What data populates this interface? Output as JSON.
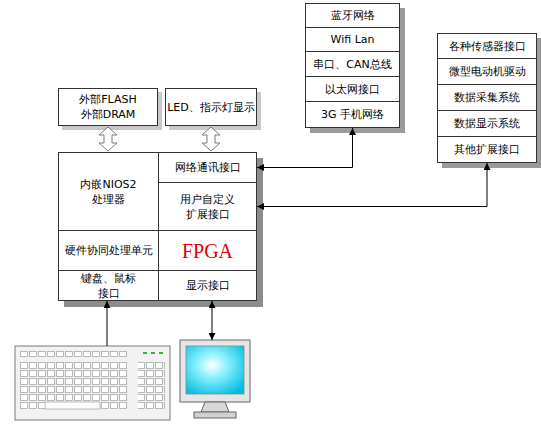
{
  "diagram": {
    "nodes": [
      {
        "text": [
          "外部FLASH 外部DRAM"
        ]
      },
      {
        "text": [
          "LED、指示灯显示"
        ]
      },
      {
        "text": [
          "蓝牙网络"
        ]
      },
      {
        "text": [
          "Wifi Lan"
        ]
      },
      {
        "text": [
          "串口、CAN总线"
        ]
      },
      {
        "text": [
          "以太网接口"
        ]
      },
      {
        "text": [
          "3G 手机网络"
        ]
      },
      {
        "text": [
          "各种传感器接口"
        ]
      },
      {
        "text": [
          "微型电动机驱动"
        ]
      },
      {
        "text": [
          "数据采集系统"
        ]
      },
      {
        "text": [
          "数据显示系统"
        ]
      },
      {
        "text": [
          "其他扩展接口"
        ]
      },
      {
        "text": [
          "内嵌NIOS2 处理器"
        ]
      },
      {
        "text": [
          "网络通讯接口"
        ]
      },
      {
        "text": [
          "用户自定义 扩展接口"
        ]
      },
      {
        "text": [
          "硬件协同处理单元"
        ]
      },
      {
        "text": [
          "FPGA"
        ]
      },
      {
        "text": [
          "键盘、鼠标 接口"
        ]
      },
      {
        "text": [
          "显示接口"
        ]
      }
    ],
    "edges": [
      {
        "from": 0,
        "to": 12,
        "arrow": "both"
      },
      {
        "from": 1,
        "to": 13,
        "arrow": "both"
      },
      {
        "from": 6,
        "to": 13,
        "arrow": "both"
      },
      {
        "from": 11,
        "to": 14,
        "arrow": "both"
      }
    ]
  }
}
